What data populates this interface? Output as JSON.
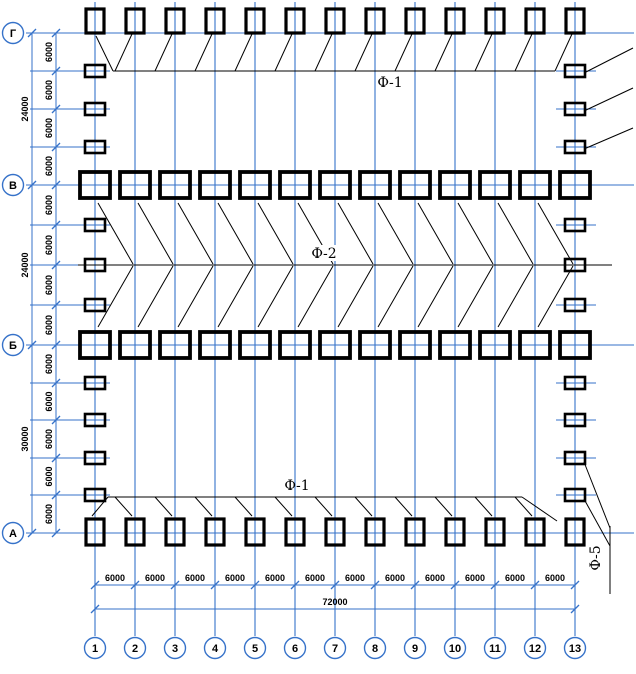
{
  "meta": {
    "grid_color": "#3672c9",
    "ink_color": "#000000",
    "background_color": "#ffffff"
  },
  "axes": {
    "columns": [
      "1",
      "2",
      "3",
      "4",
      "5",
      "6",
      "7",
      "8",
      "9",
      "10",
      "11",
      "12",
      "13"
    ],
    "rows": [
      "Г",
      "В",
      "Б",
      "А"
    ]
  },
  "dimensions": {
    "left_outer": [
      "24000",
      "24000",
      "30000"
    ],
    "left_inner": [
      "6000",
      "6000",
      "6000",
      "6000",
      "6000",
      "6000",
      "6000",
      "6000",
      "6000",
      "6000",
      "6000",
      "6000",
      "6000"
    ],
    "bottom_segments": [
      "6000",
      "6000",
      "6000",
      "6000",
      "6000",
      "6000",
      "6000",
      "6000",
      "6000",
      "6000",
      "6000",
      "6000"
    ],
    "bottom_total": "72000"
  },
  "foundation_labels": {
    "top": "Ф-1",
    "middle": "Ф-2",
    "bottom": "Ф-1",
    "right": "Ф-5"
  },
  "foundations": {
    "top_row": {
      "axis": "Г",
      "count": 13,
      "type": "Ф-1"
    },
    "row_v": {
      "axis": "В",
      "count": 13,
      "type": "Ф-2"
    },
    "row_b": {
      "axis": "Б",
      "count": 13,
      "type": "Ф-2"
    },
    "bottom_row": {
      "axis": "А",
      "count": 13,
      "type": "Ф-1"
    },
    "left_side": {
      "axis": "1",
      "count": 10
    },
    "right_side": {
      "axis": "13",
      "count": 10,
      "type": "Ф-5"
    }
  }
}
